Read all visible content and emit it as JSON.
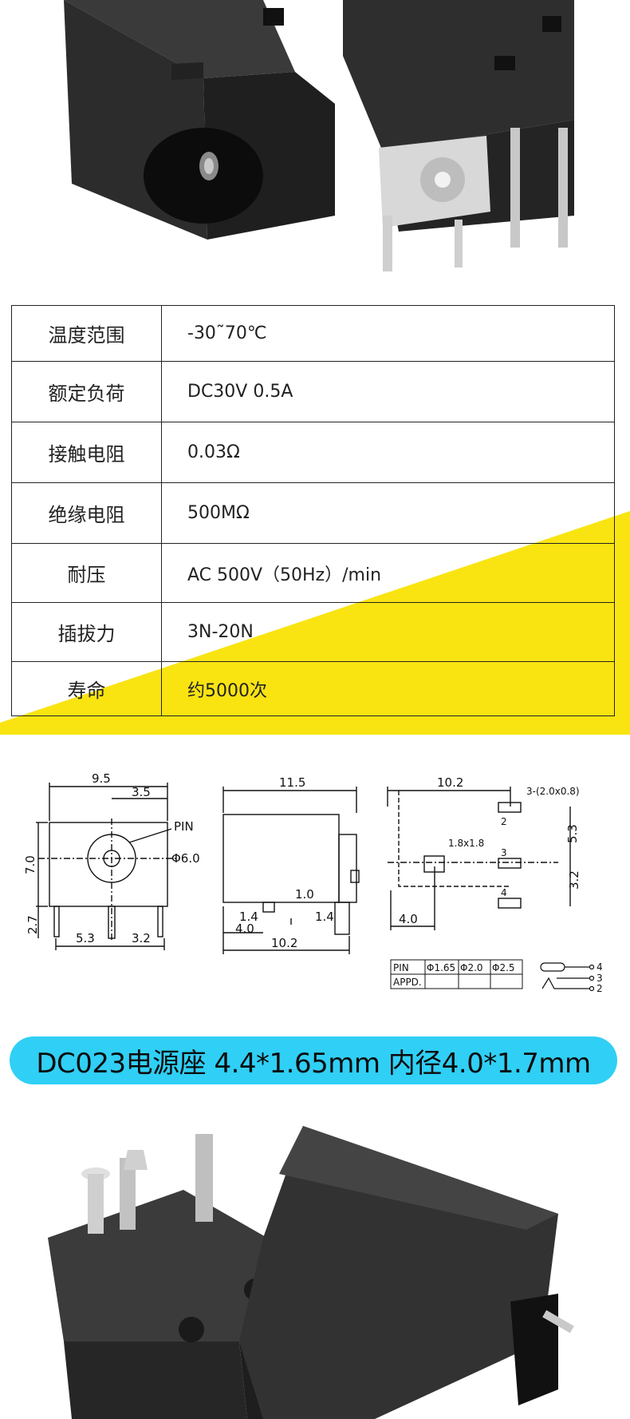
{
  "specs": [
    {
      "label": "温度范围",
      "value": "-30˜70℃"
    },
    {
      "label": "额定负荷",
      "value": "DC30V 0.5A"
    },
    {
      "label": "接触电阻",
      "value": "0.03Ω"
    },
    {
      "label": "绝缘电阻",
      "value": "500MΩ"
    },
    {
      "label": "耐压",
      "value": "AC 500V（50Hz）/min"
    },
    {
      "label": "插拔力",
      "value": "3N-20N"
    },
    {
      "label": "寿命",
      "value": "约5000次"
    }
  ],
  "drawing": {
    "front": {
      "width": "9.5",
      "inner": "3.5",
      "height": "7.0",
      "pin_len": "2.7",
      "pin_label": "PIN",
      "diameter": "Φ6.0",
      "left": "5.3",
      "right": "3.2"
    },
    "side": {
      "length": "11.5",
      "d1": "1.0",
      "d2": "1.4",
      "d3": "1.4",
      "d4": "4.0",
      "d5": "10.2"
    },
    "pcb": {
      "length": "10.2",
      "slot": "3-(2.0x0.8)",
      "hole": "1.8x1.8",
      "v1": "5.3",
      "v2": "3.2",
      "h1": "4.0",
      "p2": "2",
      "p3": "3",
      "p4": "4"
    },
    "pin_table": {
      "row1": [
        "PIN",
        "Φ1.65",
        "Φ2.0",
        "Φ2.5"
      ],
      "row2": [
        "APPD.",
        "",
        "",
        ""
      ]
    },
    "schematic": {
      "p4": "4",
      "p3": "3",
      "p2": "2"
    }
  },
  "banner": {
    "text": "DC023电源座 4.4*1.65mm 内径4.0*1.7mm"
  },
  "colors": {
    "accent_yellow": "#f9e412",
    "banner_blue": "#30cff5",
    "jack_body": "#2b2b2b"
  }
}
